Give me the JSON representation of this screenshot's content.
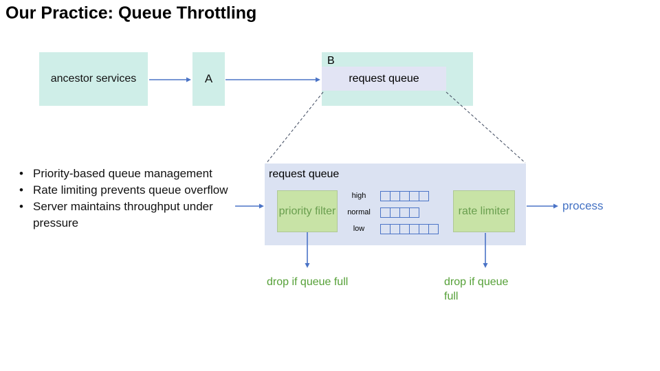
{
  "slide": {
    "title": "Our Practice: Queue Throttling"
  },
  "top_flow": {
    "ancestor_box": "ancestor services",
    "node_a": "A",
    "node_b": "B",
    "node_b_queue": "request queue"
  },
  "bullets": [
    "Priority-based queue management",
    "Rate limiting prevents queue overflow",
    "Server maintains throughput under pressure"
  ],
  "queue_detail": {
    "title": "request queue",
    "priority_filter": "priority filter",
    "rate_limiter": "rate limiter",
    "lanes": [
      {
        "label": "high",
        "cells": 5
      },
      {
        "label": "normal",
        "cells": 4
      },
      {
        "label": "low",
        "cells": 6
      }
    ],
    "process": "process",
    "drop_left": "drop if queue full",
    "drop_right": "drop if queue full"
  },
  "colors": {
    "mint_box": "#cfeee8",
    "lavender_box": "#e2e4f4",
    "detail_box": "#dbe2f2",
    "green_fill": "#c8e3a6",
    "green_border": "#afc796",
    "green_text": "#699e4e",
    "drop_text": "#55a037",
    "arrow_blue": "#4a73c6",
    "process_text": "#4472c4",
    "dashed_line": "#4a5468",
    "cell_border": "#4a73c6",
    "title_text": "#000000",
    "body_text": "#111111"
  }
}
